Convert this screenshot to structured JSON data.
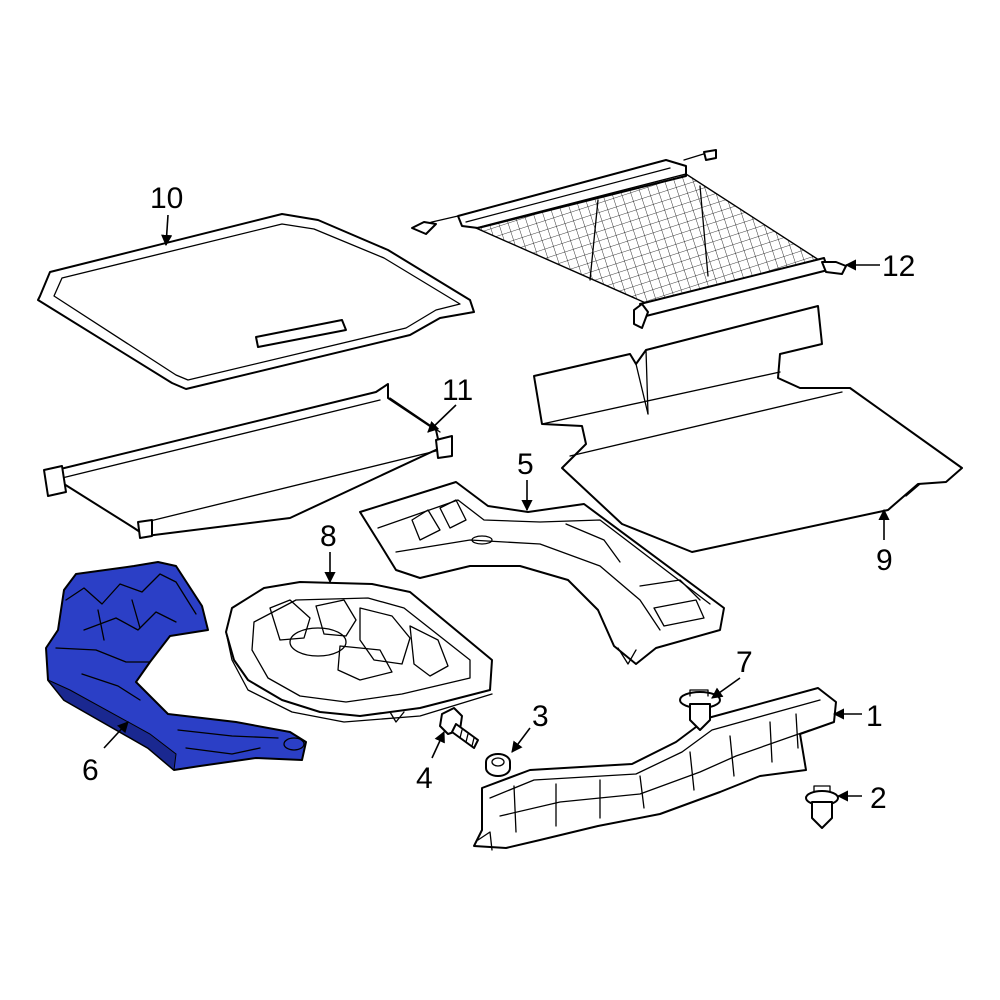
{
  "colors": {
    "highlight": "#2b3fc6",
    "highlight_shade": "#1a2890",
    "line": "#000000",
    "background": "#ffffff"
  },
  "highlighted_part": "6",
  "callouts": [
    {
      "id": "c1",
      "label": "1"
    },
    {
      "id": "c2",
      "label": "2"
    },
    {
      "id": "c3",
      "label": "3"
    },
    {
      "id": "c4",
      "label": "4"
    },
    {
      "id": "c5",
      "label": "5"
    },
    {
      "id": "c6",
      "label": "6"
    },
    {
      "id": "c7",
      "label": "7"
    },
    {
      "id": "c8",
      "label": "8"
    },
    {
      "id": "c9",
      "label": "9"
    },
    {
      "id": "c10",
      "label": "10"
    },
    {
      "id": "c11",
      "label": "11"
    },
    {
      "id": "c12",
      "label": "12"
    }
  ]
}
